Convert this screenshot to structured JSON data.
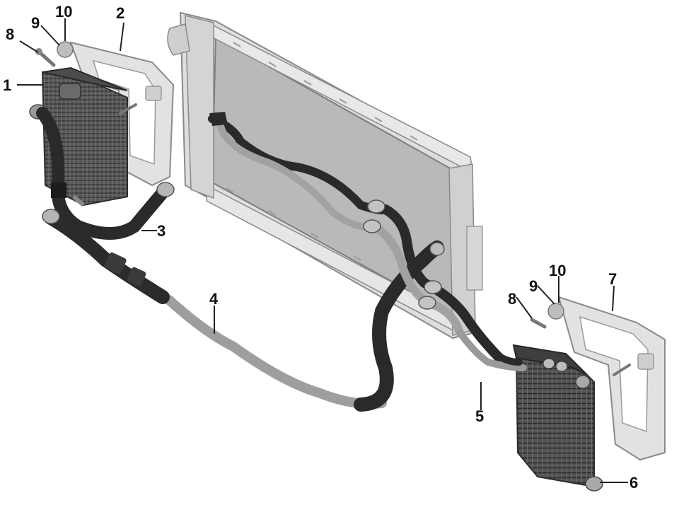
{
  "diagram": {
    "callouts": [
      {
        "id": "c1",
        "label": "1"
      },
      {
        "id": "c2",
        "label": "2"
      },
      {
        "id": "c3",
        "label": "3"
      },
      {
        "id": "c4",
        "label": "4"
      },
      {
        "id": "c5",
        "label": "5"
      },
      {
        "id": "c6",
        "label": "6"
      },
      {
        "id": "c7",
        "label": "7"
      },
      {
        "id": "c8a",
        "label": "8"
      },
      {
        "id": "c8b",
        "label": "8"
      },
      {
        "id": "c9a",
        "label": "9"
      },
      {
        "id": "c9b",
        "label": "9"
      },
      {
        "id": "c10a",
        "label": "10"
      },
      {
        "id": "c10b",
        "label": "10"
      }
    ],
    "colors": {
      "background": "#ffffff",
      "radiator_panel": "#b9b9b9",
      "frame_light": "#dcdcdc",
      "frame_stroke": "#8a8a8a",
      "hose_dark": "#2a2a2a",
      "pipe_light": "#a8a8a8",
      "cooler_dark": "#4a4a4a",
      "text": "#111111"
    }
  }
}
